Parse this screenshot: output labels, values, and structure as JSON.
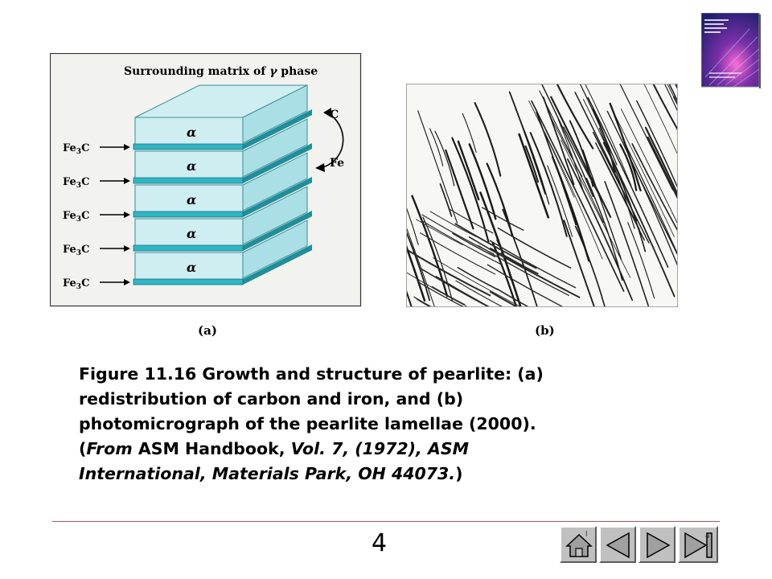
{
  "figure_a": {
    "title_prefix": "Surrounding matrix of ",
    "gamma": "γ",
    "title_suffix": " phase",
    "alpha": "α",
    "fe3c": "Fe",
    "fe3c_sub": "3",
    "fe3c_end": "C",
    "carbon": "C",
    "iron": "Fe",
    "label": "(a)"
  },
  "figure_b": {
    "label": "(b)"
  },
  "caption": {
    "line1": "Figure 11.16 Growth and structure of pearlite: (a)",
    "line2": "redistribution of carbon and iron, and (b)",
    "line3": "photomicrograph of the pearlite lamellae (2000).",
    "line4_open": "(",
    "line4_italic": "From",
    "line4_normal": " ASM Handbook, ",
    "line4_italic2": "Vol. 7, (1972), ASM",
    "line5_italic": "International, Materials Park, OH 44073.",
    "line5_close": ")"
  },
  "footer": {
    "page_number": "4",
    "tiny_number": "4"
  },
  "nav": {
    "home_icon": "home-icon",
    "prev_icon": "prev-icon",
    "next_icon": "next-icon",
    "last_icon": "last-icon"
  },
  "colors": {
    "lamella": "#2fb6c4",
    "alpha_face": "#cfeef1",
    "alpha_side": "#a9dfe5",
    "figure_bg": "#f2f2ee",
    "divider": "#c0504d"
  }
}
